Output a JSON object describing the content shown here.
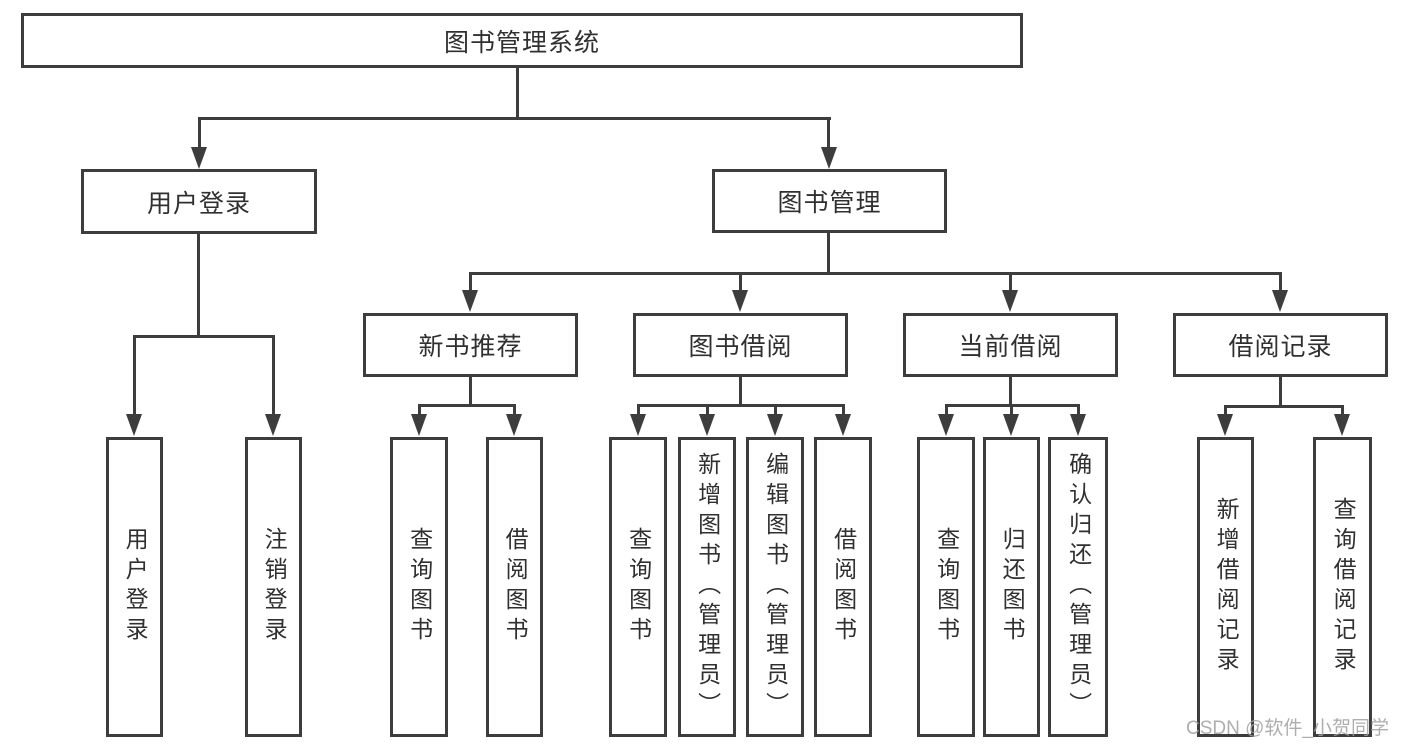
{
  "diagram": {
    "root": {
      "label": "图书管理系统"
    },
    "branches": [
      {
        "label": "用户登录",
        "children": [
          {
            "label": "用户登录"
          },
          {
            "label": "注销登录"
          }
        ]
      },
      {
        "label": "图书管理",
        "children": [
          {
            "label": "新书推荐",
            "children": [
              {
                "label": "查询图书"
              },
              {
                "label": "借阅图书"
              }
            ]
          },
          {
            "label": "图书借阅",
            "children": [
              {
                "label": "查询图书"
              },
              {
                "label": "新增图书（管理员）"
              },
              {
                "label": "编辑图书（管理员）"
              },
              {
                "label": "借阅图书"
              }
            ]
          },
          {
            "label": "当前借阅",
            "children": [
              {
                "label": "查询图书"
              },
              {
                "label": "归还图书"
              },
              {
                "label": "确认归还（管理员）"
              }
            ]
          },
          {
            "label": "借阅记录",
            "children": [
              {
                "label": "新增借阅记录"
              },
              {
                "label": "查询借阅记录"
              }
            ]
          }
        ]
      }
    ]
  },
  "watermark": {
    "text": "CSDN @软件_小贺同学"
  },
  "colors": {
    "line": "#3d3d3d",
    "text": "#303030",
    "watermark": "#a0a0a0",
    "background": "#ffffff"
  }
}
